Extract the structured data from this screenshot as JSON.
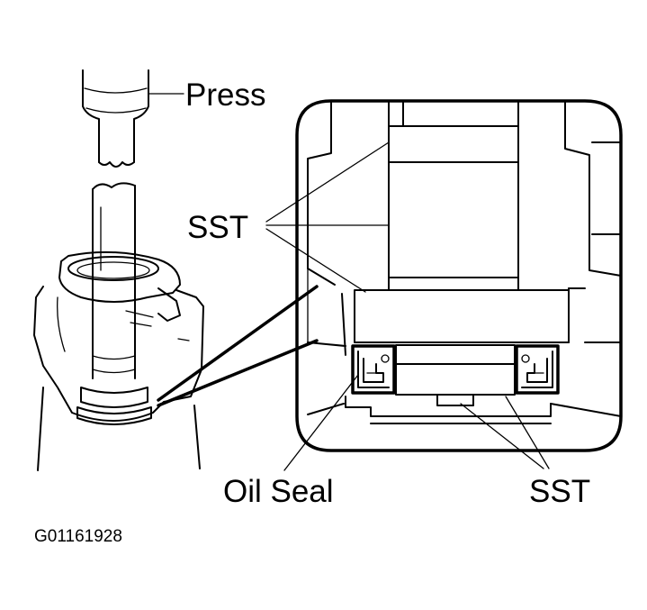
{
  "labels": {
    "press": "Press",
    "sst_upper": "SST",
    "oil_seal": "Oil Seal",
    "sst_lower": "SST",
    "figure_code": "G01161928"
  },
  "colors": {
    "ink": "#000000",
    "background": "#ffffff"
  }
}
